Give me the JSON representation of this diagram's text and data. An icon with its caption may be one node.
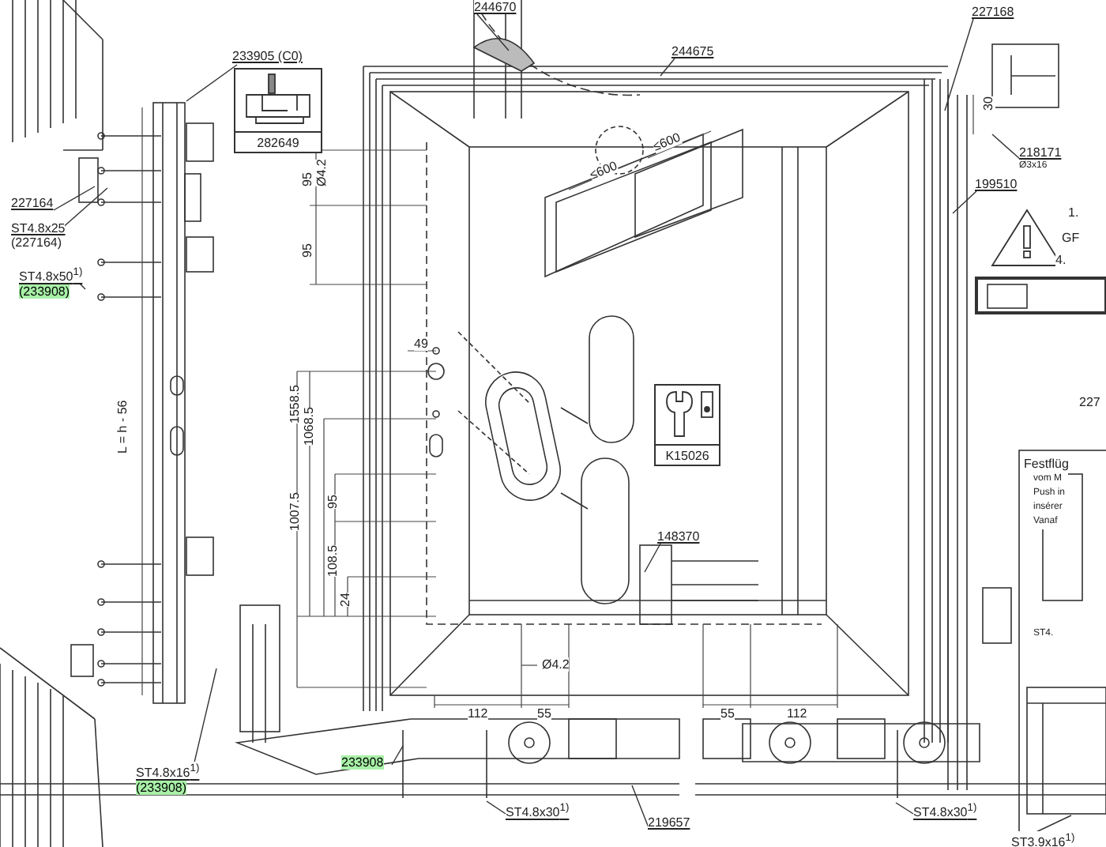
{
  "diagram": {
    "nodes": [
      {
        "text": [
          "233905 (C0)"
        ]
      },
      {
        "text": [
          "282649"
        ]
      },
      {
        "text": [
          "227164"
        ]
      },
      {
        "text": [
          "ST4.8x25",
          "(227164)"
        ]
      },
      {
        "text": [
          "ST4.8x50$^{1)}$",
          "(233908)"
        ]
      },
      {
        "text": [
          "244670"
        ]
      },
      {
        "text": [
          "244675"
        ]
      },
      {
        "text": [
          "227168"
        ]
      },
      {
        "text": [
          "218171"
        ],
        "beside": [
          "Ø3x16"
        ]
      },
      {
        "text": [
          "199510"
        ]
      },
      {
        "text": [
          "K15026"
        ]
      },
      {
        "text": [
          "148370"
        ]
      },
      {
        "text": [
          "ST4.8x16$^{1)}$",
          "(233908)"
        ]
      },
      {
        "text": [
          "233908"
        ]
      },
      {
        "text": [
          "ST4.8x30$^{1)}$"
        ]
      },
      {
        "text": [
          "219657"
        ]
      },
      {
        "text": [
          "ST4.8x30$^{1)}$"
        ]
      },
      {
        "text": [
          "ST3.9x16$^{1)}$"
        ]
      },
      {
        "text": [
          "Festflüg",
          "vom M",
          "Push in",
          "insérer",
          "Vanaf",
          "ST4."
        ]
      }
    ],
    "edges": [
      {
        "from": 0,
        "to": null,
        "arrow": "none"
      },
      {
        "from": 2,
        "to": null,
        "arrow": "none"
      },
      {
        "from": 3,
        "to": null,
        "arrow": "none"
      },
      {
        "from": 4,
        "to": null,
        "arrow": "none"
      },
      {
        "from": 5,
        "to": null,
        "arrow": "none"
      },
      {
        "from": 6,
        "to": null,
        "arrow": "none"
      },
      {
        "from": 7,
        "to": null,
        "arrow": "none"
      },
      {
        "from": 8,
        "to": null,
        "arrow": "none"
      },
      {
        "from": 9,
        "to": null,
        "arrow": "none"
      },
      {
        "from": 11,
        "to": null,
        "arrow": "none"
      },
      {
        "from": 12,
        "to": null,
        "arrow": "none"
      },
      {
        "from": 13,
        "to": null,
        "arrow": "none"
      },
      {
        "from": 14,
        "to": null,
        "arrow": "none"
      },
      {
        "from": 15,
        "to": null,
        "arrow": "none"
      },
      {
        "from": 16,
        "to": null,
        "arrow": "none"
      },
      {
        "from": 17,
        "to": null,
        "arrow": "none"
      }
    ],
    "labels": [
      "30",
      "≤600",
      "≤600",
      "1.",
      "GF",
      "4.",
      "95",
      "Ø4.2",
      "95",
      "49",
      "1558.5",
      "1068.5",
      "1007.5",
      "95",
      "108.5",
      "24",
      "L = h - 56",
      "112",
      "55",
      "Ø4.2",
      "55",
      "112",
      "227"
    ]
  }
}
